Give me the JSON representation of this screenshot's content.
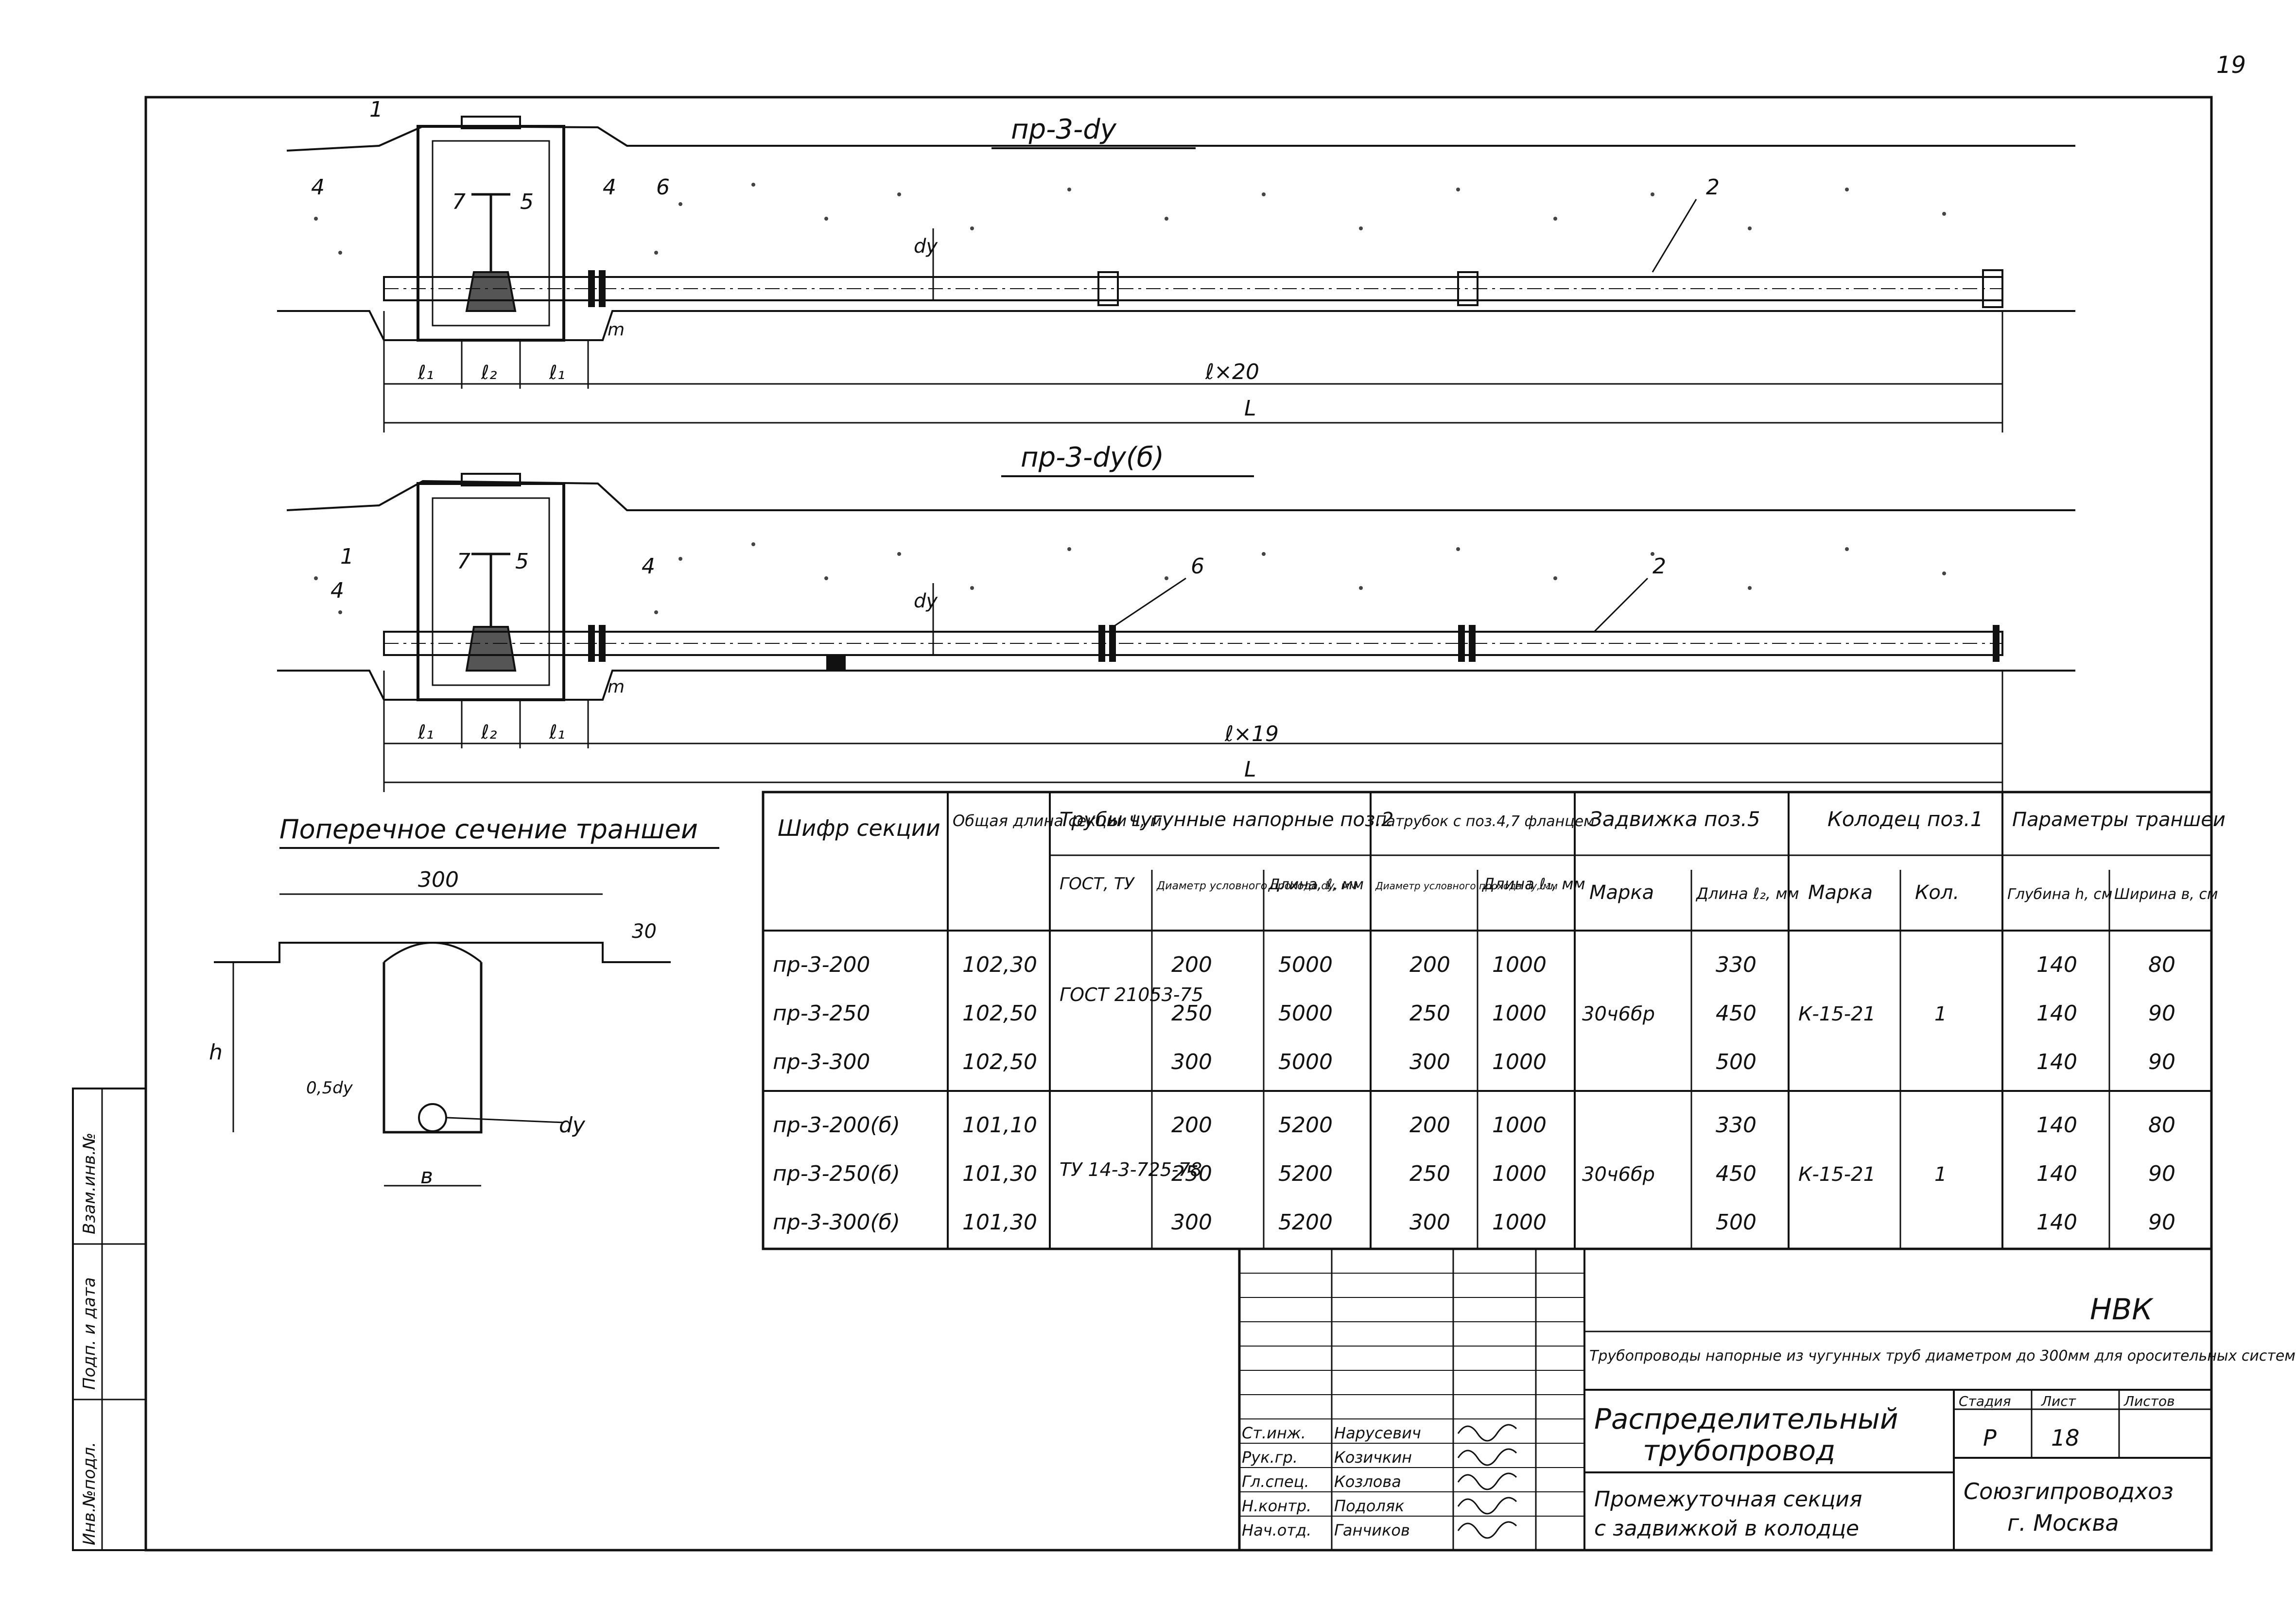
{
  "page_number": "19",
  "profile_top": {
    "title": "пр-3-dу",
    "labels": [
      "1",
      "4",
      "7",
      "5",
      "4",
      "6",
      "2"
    ],
    "dy": "dу",
    "m": "m",
    "l1_left": "ℓ₁",
    "l2": "ℓ₂",
    "l1_right": "ℓ₁",
    "span": "ℓ×20",
    "total": "L"
  },
  "profile_bottom": {
    "title": "пр-3-dу(б)",
    "labels": [
      "1",
      "4",
      "7",
      "5",
      "4",
      "6",
      "2"
    ],
    "dy": "dу",
    "m": "m",
    "l1_left": "ℓ₁",
    "l2": "ℓ₂",
    "l1_right": "ℓ₁",
    "span": "ℓ×19",
    "total": "L"
  },
  "cross_section": {
    "title": "Поперечное сечение траншеи",
    "width": "300",
    "cover": "30",
    "depth": "h",
    "half_dy": "0,5dу",
    "dy": "dу",
    "bottom_width": "в"
  },
  "spec_table": {
    "headers": {
      "code": "Шифр секции",
      "length": "Общая длина секции L, м",
      "pipes": "Трубы чугунные напорные поз.2",
      "pipes_gost": "ГОСТ, ТУ",
      "pipes_diam": "Диаметр условного прохода dу, мм",
      "pipes_len": "Длина, ℓ, мм",
      "nozzle": "Патрубок с поз.4,7 фланцем",
      "nozzle_diam": "Диаметр условного прохода dу, мм",
      "nozzle_len": "Длина ℓ₁, мм",
      "valve": "Задвижка поз.5",
      "valve_mark": "Марка",
      "valve_len": "Длина ℓ₂, мм",
      "well": "Колодец поз.1",
      "well_mark": "Марка",
      "well_qty": "Кол.",
      "trench": "Параметры траншеи",
      "trench_depth": "Глубина h, см",
      "trench_width": "Ширина в, см"
    },
    "group1": {
      "gost": "ГОСТ 21053-75",
      "valve_mark": "30ч6бр",
      "well_mark": "К-15-21",
      "well_qty": "1",
      "rows": [
        {
          "code": "пр-3-200",
          "length": "102,30",
          "diam": "200",
          "len": "5000",
          "n_diam": "200",
          "n_len": "1000",
          "v_len": "330",
          "depth": "140",
          "width": "80"
        },
        {
          "code": "пр-3-250",
          "length": "102,50",
          "diam": "250",
          "len": "5000",
          "n_diam": "250",
          "n_len": "1000",
          "v_len": "450",
          "depth": "140",
          "width": "90"
        },
        {
          "code": "пр-3-300",
          "length": "102,50",
          "diam": "300",
          "len": "5000",
          "n_diam": "300",
          "n_len": "1000",
          "v_len": "500",
          "depth": "140",
          "width": "90"
        }
      ]
    },
    "group2": {
      "gost": "ТУ 14-3-725-78",
      "valve_mark": "30ч6бр",
      "well_mark": "К-15-21",
      "well_qty": "1",
      "rows": [
        {
          "code": "пр-3-200(б)",
          "length": "101,10",
          "diam": "200",
          "len": "5200",
          "n_diam": "200",
          "n_len": "1000",
          "v_len": "330",
          "depth": "140",
          "width": "80"
        },
        {
          "code": "пр-3-250(б)",
          "length": "101,30",
          "diam": "250",
          "len": "5200",
          "n_diam": "250",
          "n_len": "1000",
          "v_len": "450",
          "depth": "140",
          "width": "90"
        },
        {
          "code": "пр-3-300(б)",
          "length": "101,30",
          "diam": "300",
          "len": "5200",
          "n_diam": "300",
          "n_len": "1000",
          "v_len": "500",
          "depth": "140",
          "width": "90"
        }
      ]
    }
  },
  "title_block": {
    "code": "НВК",
    "description": "Трубопроводы напорные из чугунных труб диаметром до 300мм для оросительных систем (секции)",
    "name_line1": "Распределительный",
    "name_line2": "трубопровод",
    "sheet_title_line1": "Промежуточная секция",
    "sheet_title_line2": "с задвижкой в колодце",
    "stage_label": "Стадия",
    "sheet_label": "Лист",
    "sheets_label": "Листов",
    "stage": "Р",
    "sheet": "18",
    "org_line1": "Союзгипроводхоз",
    "org_line2": "г. Москва",
    "signatures": [
      {
        "role": "Ст.инж.",
        "name": "Нарусевич"
      },
      {
        "role": "Рук.гр.",
        "name": "Козичкин"
      },
      {
        "role": "Гл.спец.",
        "name": "Козлова"
      },
      {
        "role": "Н.контр.",
        "name": "Подоляк"
      },
      {
        "role": "Нач.отд.",
        "name": "Ганчиков"
      }
    ]
  },
  "side_stamp": {
    "inv": "Инв.№подл.",
    "sign": "Подп. и дата",
    "replace": "Взам.инв.№"
  }
}
